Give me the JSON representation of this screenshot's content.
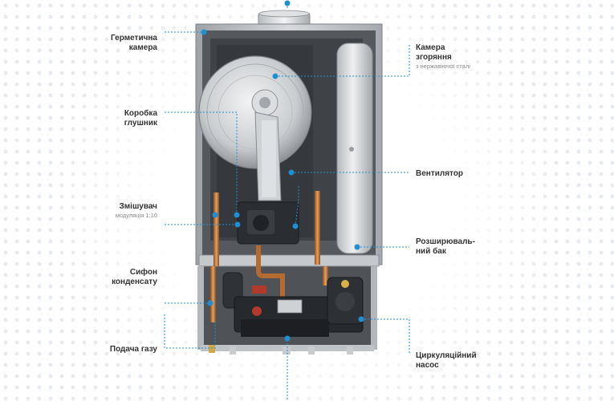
{
  "colors": {
    "accent": "#1f8fd1",
    "casing": "#b9bcc0",
    "inner": "#5d6166",
    "copper": "#c97a3c"
  },
  "labels": {
    "sealed_chamber": "Герметична\nкамера",
    "combustion_chamber": "Камера\nзгоряння",
    "combustion_chamber_sub": "з нержавіючої сталі",
    "muffler_box": "Коробка\nглушник",
    "fan": "Вентилятор",
    "mixer": "Змішувач",
    "mixer_sub": "модуляція 1:10",
    "expansion_tank": "Розширюваль-\nний бак",
    "condensate_trap": "Сифон\nконденсату",
    "gas_supply": "Подача газу",
    "circulation_pump": "Циркуляційний\nнасос"
  }
}
